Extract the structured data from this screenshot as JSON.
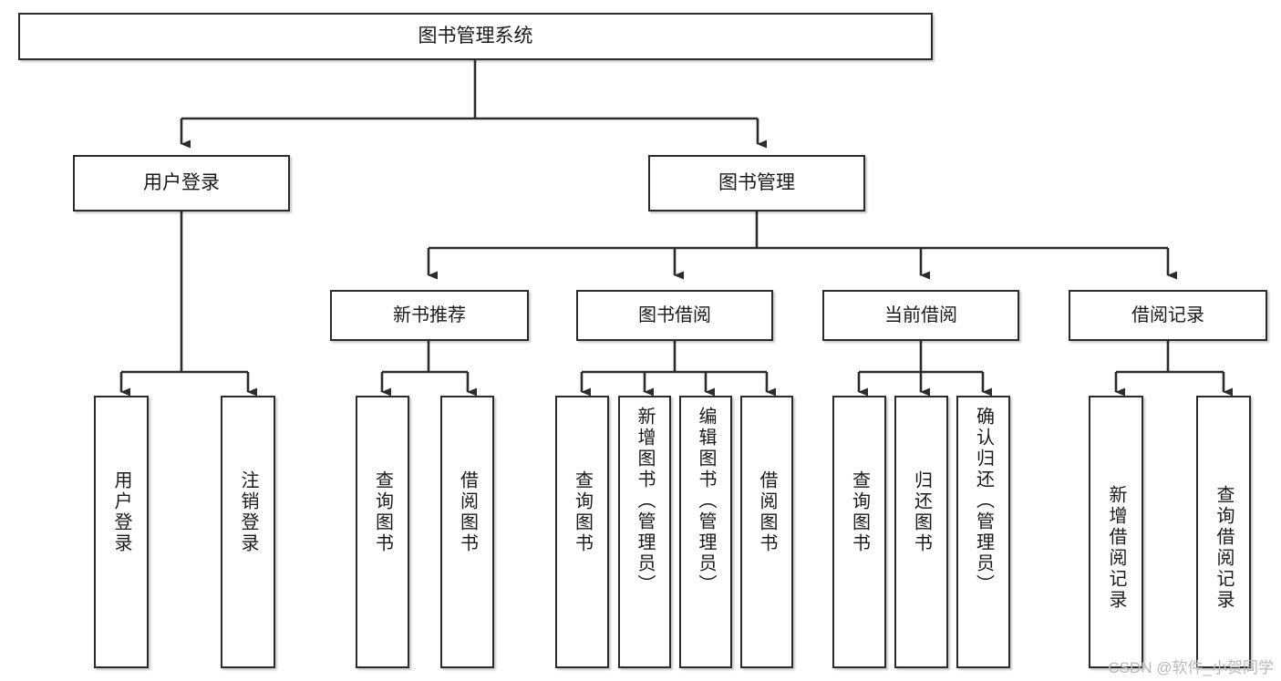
{
  "diagram": {
    "type": "tree-hierarchy",
    "title": "图书管理系统",
    "orientation": "top-down",
    "colors": {
      "box_border": "#2b2b2b",
      "box_fill": "#ffffff",
      "connector": "#2b2b2b",
      "text": "#1a1a1a",
      "watermark": "#b9b9b9"
    },
    "root": {
      "label": "图书管理系统"
    },
    "level2": [
      {
        "label": "用户登录"
      },
      {
        "label": "图书管理"
      }
    ],
    "level3": [
      {
        "label": "新书推荐"
      },
      {
        "label": "图书借阅"
      },
      {
        "label": "当前借阅"
      },
      {
        "label": "借阅记录"
      }
    ],
    "leaves": {
      "user_login": [
        {
          "label": "用户登录"
        },
        {
          "label": "注销登录"
        }
      ],
      "new_book_recommend": [
        {
          "label": "查询图书"
        },
        {
          "label": "借阅图书"
        }
      ],
      "book_borrow": [
        {
          "label": "查询图书"
        },
        {
          "label": "新增图书（管理员）"
        },
        {
          "label": "编辑图书（管理员）"
        },
        {
          "label": "借阅图书"
        }
      ],
      "current_borrow": [
        {
          "label": "查询图书"
        },
        {
          "label": "归还图书"
        },
        {
          "label": "确认归还（管理员）"
        }
      ],
      "borrow_record": [
        {
          "label": "新增借阅记录"
        },
        {
          "label": "查询借阅记录"
        }
      ]
    }
  },
  "watermark": {
    "text": "CSDN @软件_小贺同学"
  }
}
